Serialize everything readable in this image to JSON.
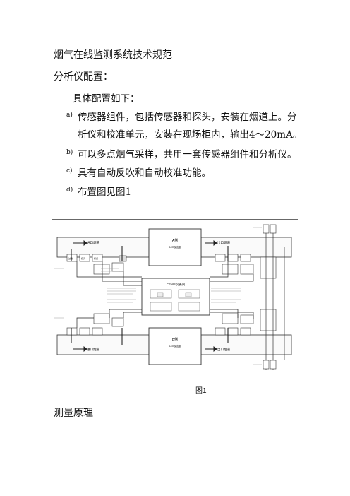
{
  "doc": {
    "title": "烟气在线监测系统技术规范",
    "section": "分析仪配置：",
    "intro": "具体配置如下：",
    "items": [
      {
        "marker": "a)",
        "lines": [
          "传感器组件，包括传感器和探头，安装在烟道上。分",
          "析仪和校准单元，安装在现场柜内，输出4～20mA。"
        ]
      },
      {
        "marker": "b)",
        "lines": [
          "可以多点烟气采样，共用一套传感器组件和分析仪。"
        ]
      },
      {
        "marker": "c)",
        "lines": [
          "具有自动反吹和自动校准功能。"
        ]
      },
      {
        "marker": "d)",
        "lines": [
          "布置图见图1"
        ]
      }
    ],
    "figure_caption": "图1",
    "next_heading": "测量原理"
  },
  "diagram": {
    "top_center_title": "A侧",
    "top_center_sub": "SCR反应器",
    "bottom_center_title": "B侧",
    "bottom_center_sub": "SCR反应器",
    "inlet_top": "进口烟道",
    "outlet_top": "出口烟道",
    "inlet_bottom": "进口烟道",
    "outlet_bottom": "出口烟道",
    "cabinet_title": "CEMS仪表间",
    "probe": "探头",
    "filter": "过滤",
    "sensor": "传感"
  }
}
